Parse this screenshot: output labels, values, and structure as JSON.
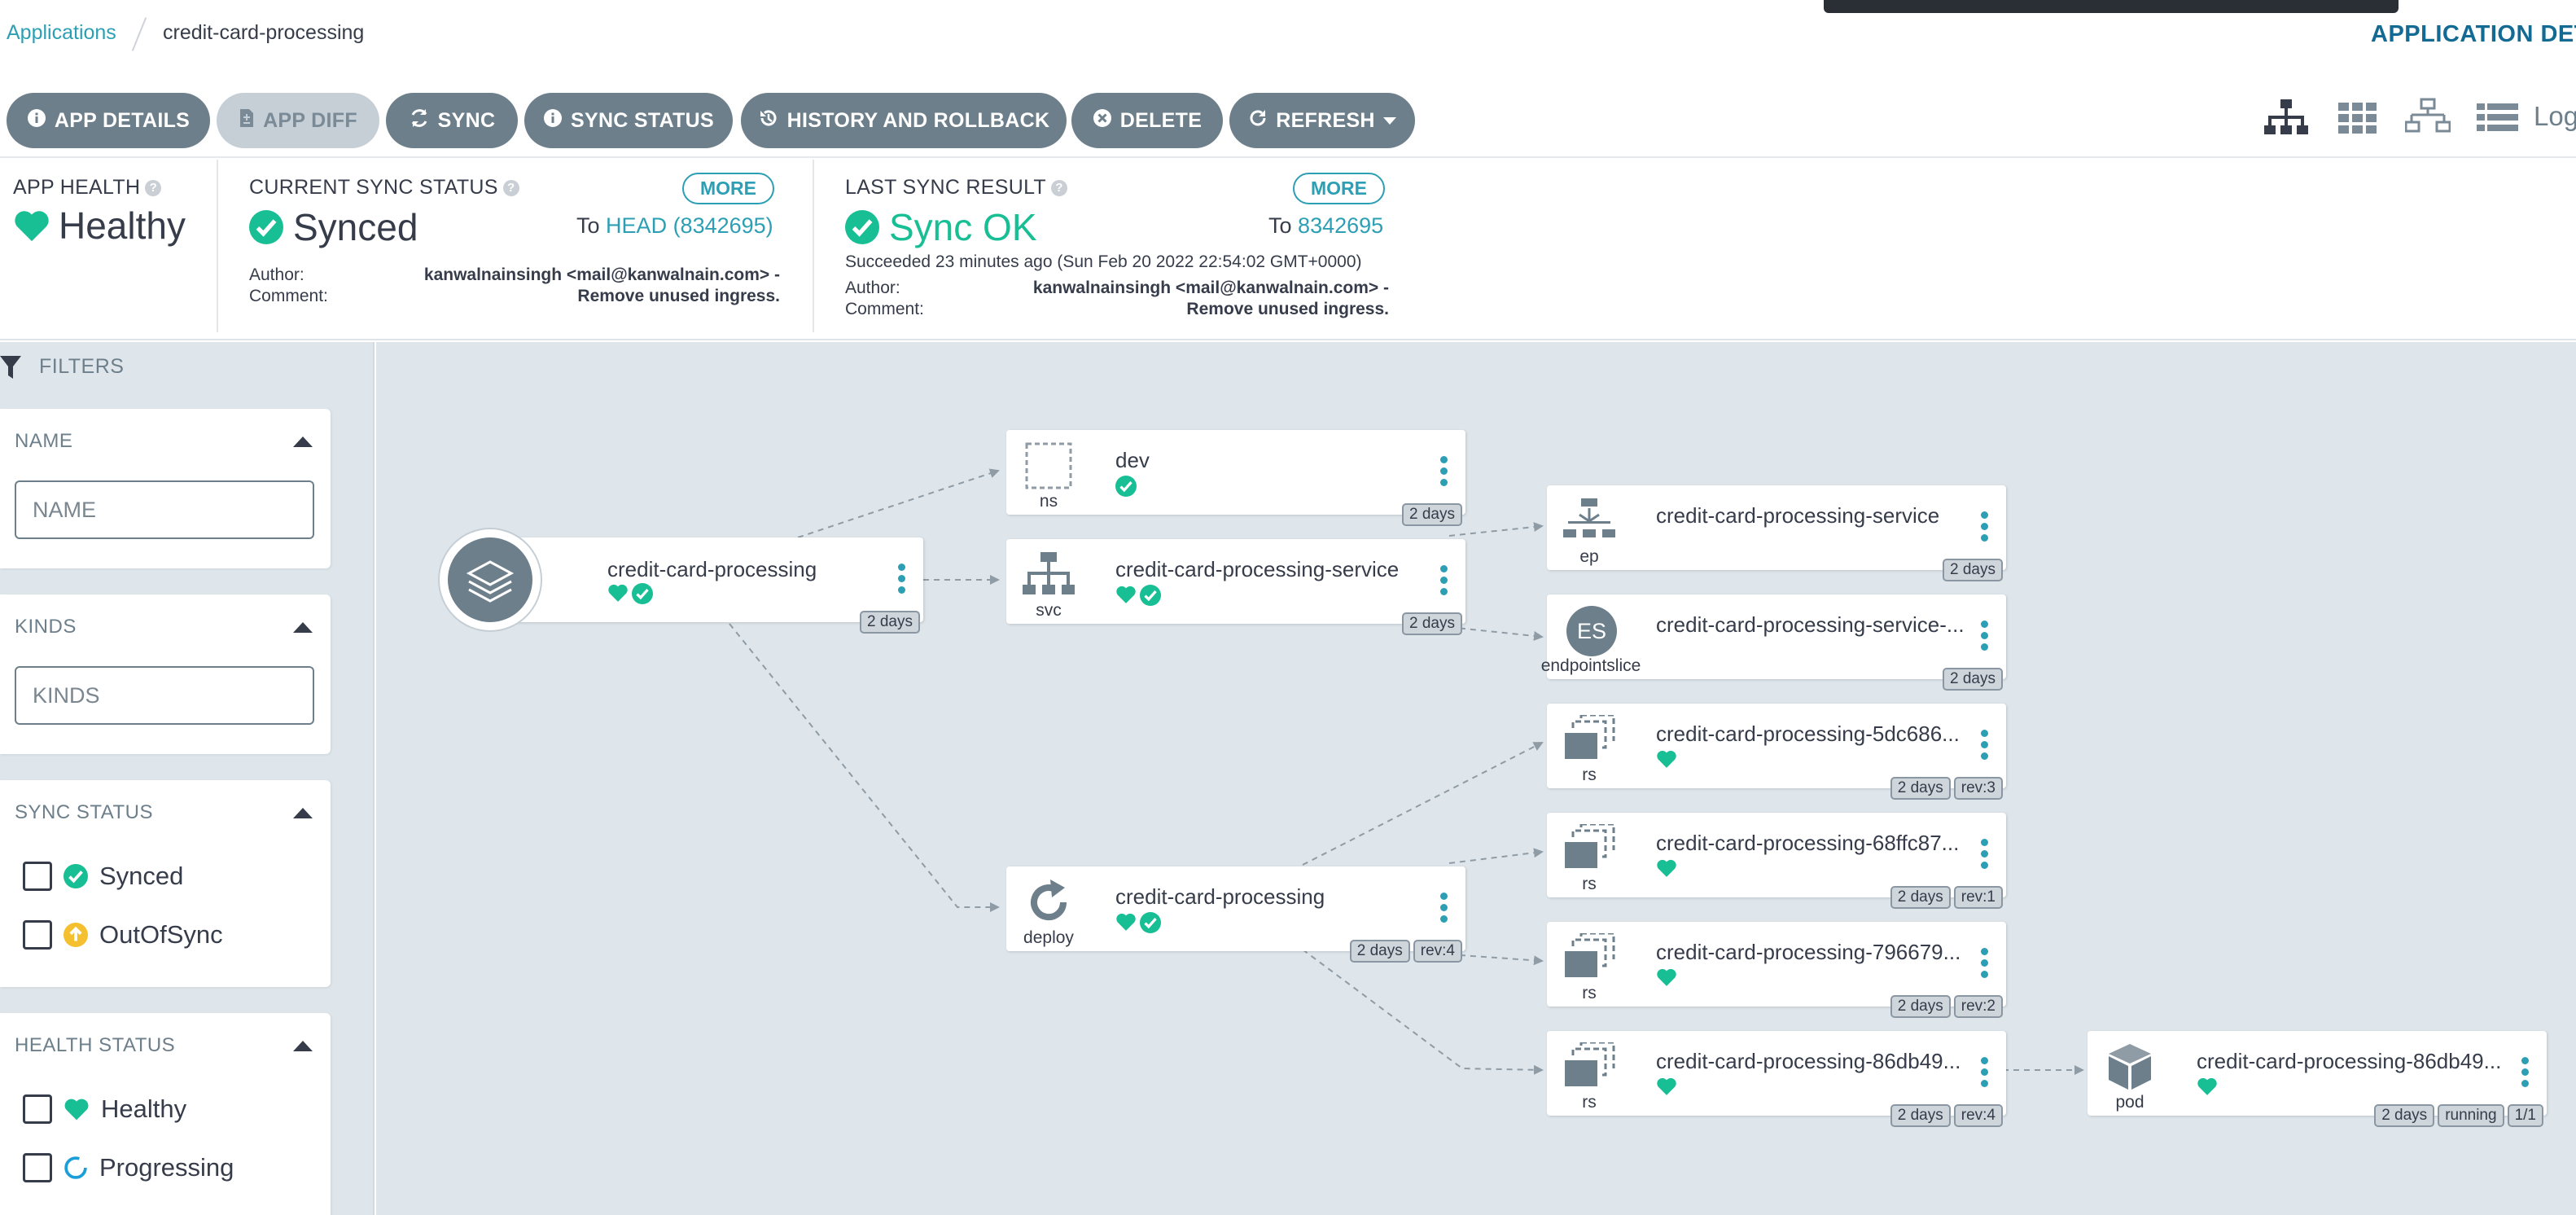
{
  "breadcrumb": {
    "root": "Applications",
    "current": "credit-card-processing"
  },
  "header": {
    "page_title": "APPLICATION DETA"
  },
  "toolbar": {
    "app_details": "APP DETAILS",
    "app_diff": "APP DIFF",
    "sync": "SYNC",
    "sync_status": "SYNC STATUS",
    "history": "HISTORY AND ROLLBACK",
    "delete": "DELETE",
    "refresh": "REFRESH",
    "logs": "Log"
  },
  "status": {
    "health_label": "APP HEALTH",
    "health_value": "Healthy",
    "sync_label": "CURRENT SYNC STATUS",
    "sync_value": "Synced",
    "sync_more": "MORE",
    "sync_to_prefix": "To",
    "sync_to_ref": "HEAD (8342695)",
    "sync_author_label": "Author:",
    "sync_author": "kanwalnainsingh <mail@kanwalnain.com> -",
    "sync_comment_label": "Comment:",
    "sync_comment": "Remove unused ingress.",
    "last_label": "LAST SYNC RESULT",
    "last_value": "Sync OK",
    "last_more": "MORE",
    "last_to_prefix": "To",
    "last_to_ref": "8342695",
    "last_succeeded": "Succeeded 23 minutes ago (Sun Feb 20 2022 22:54:02 GMT+0000)",
    "last_author_label": "Author:",
    "last_author": "kanwalnainsingh <mail@kanwalnain.com> -",
    "last_comment_label": "Comment:",
    "last_comment": "Remove unused ingress."
  },
  "filters": {
    "title": "FILTERS",
    "name_title": "NAME",
    "name_placeholder": "NAME",
    "kinds_title": "KINDS",
    "kinds_placeholder": "KINDS",
    "sync_title": "SYNC STATUS",
    "sync_options": [
      "Synced",
      "OutOfSync"
    ],
    "health_title": "HEALTH STATUS",
    "health_options": [
      "Healthy",
      "Progressing"
    ]
  },
  "colors": {
    "accent": "#2c9fb4",
    "healthy": "#18be94",
    "out_of_sync": "#f4c030",
    "button": "#6d7f8b"
  },
  "tree": {
    "app": {
      "name": "credit-card-processing",
      "age": "2 days"
    },
    "ns": {
      "name": "dev",
      "kind": "ns",
      "age": "2 days"
    },
    "svc": {
      "name": "credit-card-processing-service",
      "kind": "svc",
      "age": "2 days"
    },
    "deploy": {
      "name": "credit-card-processing",
      "kind": "deploy",
      "age": "2 days",
      "rev": "rev:4"
    },
    "ep": {
      "name": "credit-card-processing-service",
      "kind": "ep",
      "age": "2 days"
    },
    "es": {
      "name": "credit-card-processing-service-...",
      "kind": "endpointslice",
      "badge": "ES",
      "age": "2 days"
    },
    "rs1": {
      "name": "credit-card-processing-5dc686...",
      "kind": "rs",
      "age": "2 days",
      "rev": "rev:3"
    },
    "rs2": {
      "name": "credit-card-processing-68ffc87...",
      "kind": "rs",
      "age": "2 days",
      "rev": "rev:1"
    },
    "rs3": {
      "name": "credit-card-processing-796679...",
      "kind": "rs",
      "age": "2 days",
      "rev": "rev:2"
    },
    "rs4": {
      "name": "credit-card-processing-86db49...",
      "kind": "rs",
      "age": "2 days",
      "rev": "rev:4"
    },
    "pod": {
      "name": "credit-card-processing-86db49...",
      "kind": "pod",
      "age": "2 days",
      "state": "running",
      "ready": "1/1"
    }
  }
}
